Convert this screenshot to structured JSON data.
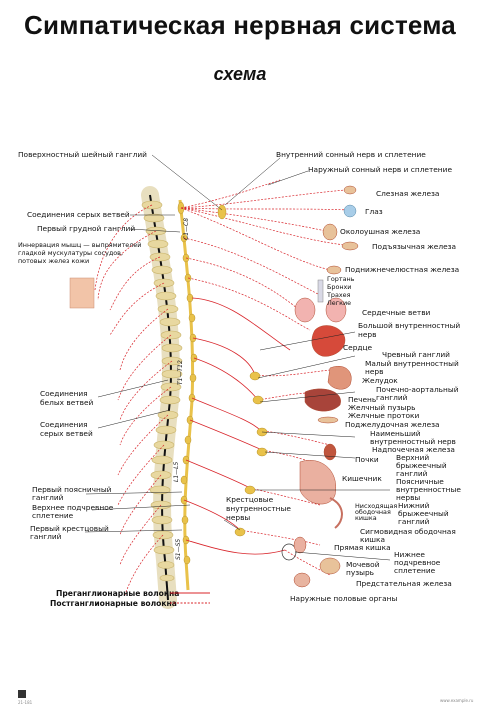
{
  "title": "Симпатическая нервная система",
  "subtitle": "схема",
  "labels": {
    "superficial_cervical_ganglion": "Поверхностный шейный ганглий",
    "gray_rami_top": "Соединения серых ветвей",
    "first_thoracic_ganglion": "Первый грудной ганглий",
    "skin_innervation_1": "Иннервация мышц — выпрямителей",
    "skin_innervation_2": "гладкой мускулатуры сосудов,",
    "skin_innervation_3": "потовых желез кожи",
    "white_rami_1": "Соединения",
    "white_rami_2": "белых ветвей",
    "gray_rami_mid_1": "Соединения",
    "gray_rami_mid_2": "серых ветвей",
    "first_lumbar_1": "Первый поясничный",
    "first_lumbar_2": "ганглий",
    "superior_hypogastric_1": "Верхнее подчревное",
    "superior_hypogastric_2": "сплетение",
    "first_sacral_1": "Первый крестцовый",
    "first_sacral_2": "ганглий",
    "sacral_nerves_1": "Крестцовые",
    "sacral_nerves_2": "внутренностные",
    "sacral_nerves_3": "нервы",
    "internal_carotid": "Внутренний сонный нерв и сплетение",
    "external_carotid": "Наружный сонный нерв и сплетение",
    "lacrimal": "Слезная железа",
    "eye": "Глаз",
    "parotid": "Околоушная железа",
    "sublingual": "Подъязычная железа",
    "submandibular": "Поднижнечелюстная железа",
    "larynx": "Гортань",
    "bronchi": "Бронхи",
    "trachea": "Трахея",
    "lungs": "Легкие",
    "cardiac_branches": "Сердечные ветви",
    "greater_splanchnic_1": "Большой внутренностный",
    "greater_splanchnic_2": "нерв",
    "heart": "Сердце",
    "celiac": "Чревный ганглий",
    "lesser_splanchnic_1": "Малый внутренностный",
    "lesser_splanchnic_2": "нерв",
    "stomach": "Желудок",
    "aorticorenal_1": "Почечно-аортальный",
    "aorticorenal_2": "ганглий",
    "liver": "Печень",
    "gallbladder": "Желчный пузырь",
    "bile_ducts": "Желчные протоки",
    "pancreas": "Поджелудочная железа",
    "least_splanchnic_1": "Наименьший",
    "least_splanchnic_2": "внутренностный нерв",
    "adrenal": "Надпочечная железа",
    "kidneys": "Почки",
    "sup_mesenteric_1": "Верхний",
    "sup_mesenteric_2": "брыжеечный",
    "sup_mesenteric_3": "ганглий",
    "intestine": "Кишечник",
    "lumbar_splanchnic_1": "Поясничные",
    "lumbar_splanchnic_2": "внутренностные",
    "lumbar_splanchnic_3": "нервы",
    "descending_colon_1": "Нисходящая",
    "descending_colon_2": "ободочная",
    "descending_colon_3": "кишка",
    "inf_mesenteric_1": "Нижний",
    "inf_mesenteric_2": "брыжеечный",
    "inf_mesenteric_3": "ганглий",
    "sigmoid_1": "Сигмовидная ободочная",
    "sigmoid_2": "кишка",
    "rectum": "Прямая кишка",
    "inf_hypogastric_1": "Нижнее",
    "inf_hypogastric_2": "подчревное",
    "inf_hypogastric_3": "сплетение",
    "bladder_1": "Мочевой",
    "bladder_2": "пузырь",
    "prostate": "Предстательная железа",
    "external_genitals": "Наружные половые органы",
    "segment_c": "C1—C8",
    "segment_t": "T1—T12",
    "segment_l": "L1—L5",
    "segment_s": "S1—S5",
    "corner_left": "21-181",
    "corner_right": "www.example.ru"
  },
  "legend": {
    "preganglionic": "Преганглионарные волокна",
    "postganglionic": "Постганглионарные волокна"
  },
  "colors": {
    "nerve_red": "#d8242a",
    "spine_bone": "#e8d8a0",
    "ganglion": "#e9c24a",
    "leader": "#222222"
  }
}
